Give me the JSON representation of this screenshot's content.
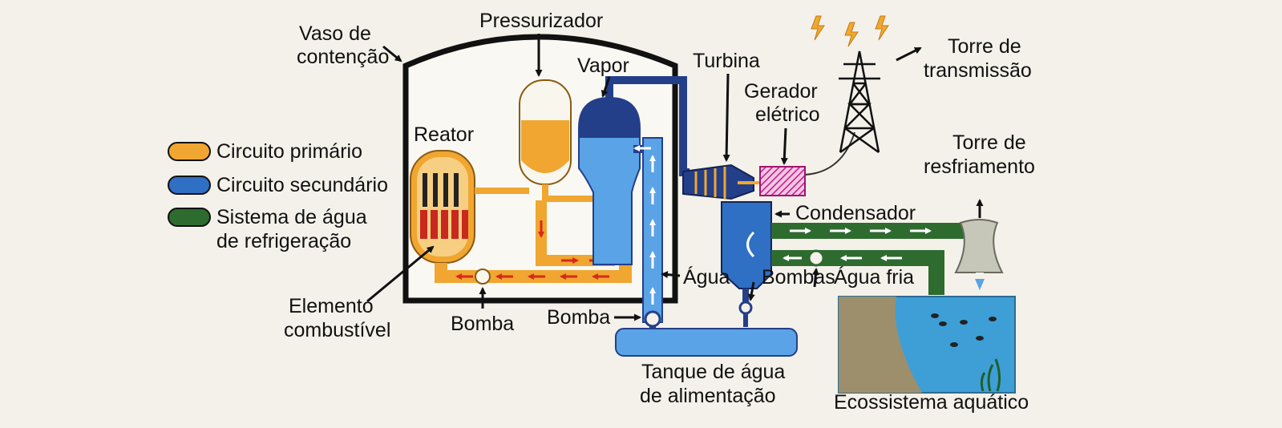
{
  "labels": {
    "vaso": [
      "Vaso de",
      "contenção"
    ],
    "pressurizador": "Pressurizador",
    "vapor": "Vapor",
    "turbina": "Turbina",
    "gerador": [
      "Gerador",
      "elétrico"
    ],
    "torre_transmissao": [
      "Torre de",
      "transmissão"
    ],
    "reator": "Reator",
    "torre_resfriamento": [
      "Torre de",
      "resfriamento"
    ],
    "condensador": "Condensador",
    "agua": "Água",
    "bombas": "Bombas",
    "agua_fria": "Água fria",
    "elemento": [
      "Elemento",
      "combustível"
    ],
    "bomba_left": "Bomba",
    "bomba_mid": "Bomba",
    "tanque": [
      "Tanque de água",
      "de alimentação"
    ],
    "ecossistema": "Ecossistema aquático"
  },
  "legend": [
    {
      "label": [
        "Circuito primário"
      ],
      "color": "#f0a630"
    },
    {
      "label": [
        "Circuito secundário"
      ],
      "color": "#2f6fc4"
    },
    {
      "label": [
        "Sistema de água",
        "de refrigeração"
      ],
      "color": "#2e6b2f"
    }
  ],
  "colors": {
    "primary": "#f0a630",
    "primary_light": "#f7cf83",
    "secondary": "#2f6fc4",
    "secondary_light": "#5aa3e6",
    "secondary_dark": "#243f8a",
    "cooling": "#2e6b2f",
    "arrow_red": "#d8281c",
    "water": "#3e9fd6",
    "mud": "#9d8f6c"
  }
}
